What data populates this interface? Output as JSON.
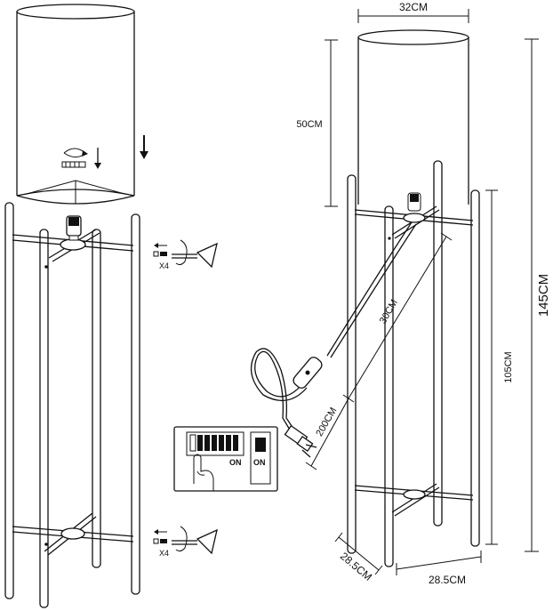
{
  "labels": {
    "width_top": "32CM",
    "shade_height": "50CM",
    "total_height": "145CM",
    "frame_height": "105CM",
    "cord_switch": "30CM",
    "cord_plug": "200CM",
    "base_left": "28.5CM",
    "base_right": "28.5CM",
    "screws_upper": "X4",
    "screws_lower": "X4",
    "switch_on_left": "ON",
    "switch_on_right": "ON"
  }
}
